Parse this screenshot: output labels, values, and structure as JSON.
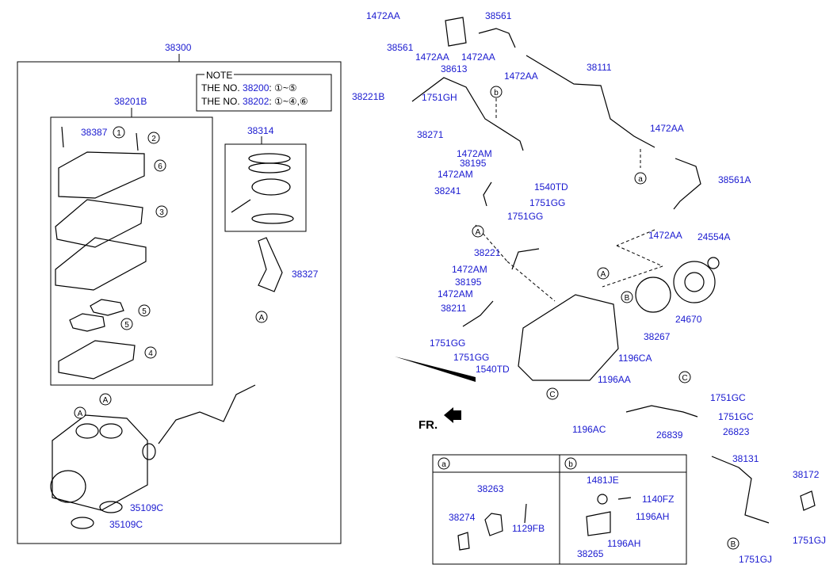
{
  "labels": {
    "l38300": "38300",
    "l38201B": "38201B",
    "l38387": "38387",
    "l38314": "38314",
    "l38327": "38327",
    "l35109C_a": "35109C",
    "l35109C_b": "35109C",
    "l1472AA_1": "1472AA",
    "l38561_1": "38561",
    "l1472AA_2": "1472AA",
    "l38613": "38613",
    "l1472AA_3": "1472AA",
    "l38561_2": "38561",
    "l1472AA_4": "1472AA",
    "l38111": "38111",
    "l38221B": "38221B",
    "l1751GH": "1751GH",
    "l38271": "38271",
    "l1472AM_1": "1472AM",
    "l38195_1": "38195",
    "l1472AM_2": "1472AM",
    "l38241": "38241",
    "l1540TD_1": "1540TD",
    "l1751GG_1": "1751GG",
    "l1751GG_2": "1751GG",
    "l1472AA_5": "1472AA",
    "l38561A": "38561A",
    "l1472AA_6": "1472AA",
    "l24554A": "24554A",
    "l38221": "38221",
    "l1472AM_3": "1472AM",
    "l38195_2": "38195",
    "l1472AM_4": "1472AM",
    "l38211": "38211",
    "l1751GG_3": "1751GG",
    "l1751GG_4": "1751GG",
    "l1540TD_2": "1540TD",
    "l24670": "24670",
    "l38267": "38267",
    "l1196CA": "1196CA",
    "l1196AA": "1196AA",
    "l1751GC_1": "1751GC",
    "l1751GC_2": "1751GC",
    "l26823": "26823",
    "l1196AC": "1196AC",
    "l26839": "26839",
    "l38131": "38131",
    "l38172": "38172",
    "l1751GJ_1": "1751GJ",
    "l1751GJ_2": "1751GJ",
    "l38263": "38263",
    "l38274": "38274",
    "l1129FB": "1129FB",
    "l1481JE": "1481JE",
    "l1140FZ": "1140FZ",
    "l1196AH_1": "1196AH",
    "l1196AH_2": "1196AH",
    "l38265": "38265"
  },
  "note": {
    "title": "NOTE",
    "row1_prefix": "THE NO.",
    "row1_part": "38200",
    "row1_range": ": ①~⑤",
    "row2_prefix": "THE NO.",
    "row2_part": "38202",
    "row2_range": ": ①~④,⑥"
  },
  "callouts": {
    "c1": "1",
    "c2": "2",
    "c3": "3",
    "c4": "4",
    "c5a": "5",
    "c5b": "5",
    "c6": "6",
    "A1": "A",
    "A2": "A",
    "A3": "A",
    "A4": "A",
    "A5": "A",
    "B1": "B",
    "B2": "B",
    "C1": "C",
    "C2": "C",
    "a1": "a",
    "b1": "b",
    "a2": "a",
    "b2": "b"
  },
  "direction": {
    "fr_label": "FR."
  }
}
